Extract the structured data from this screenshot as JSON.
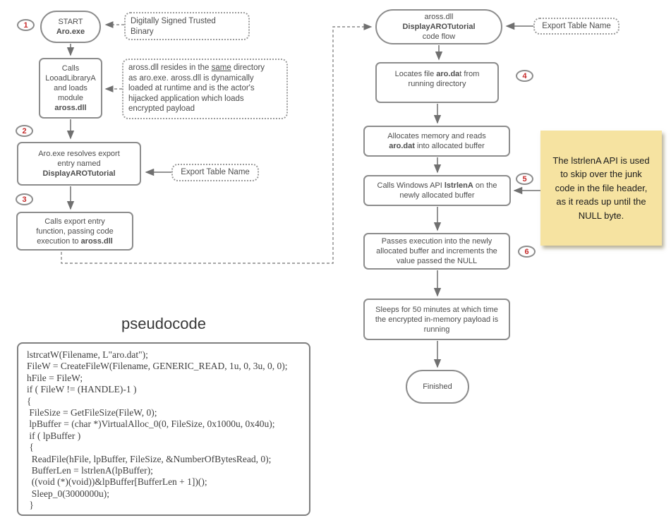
{
  "colors": {
    "shape_border": "#8c8c8c",
    "text": "#4d4d4d",
    "badge_number_red": "#c62b2b",
    "sticky_yellow": "#f6e3a1",
    "connector_gray": "#707070"
  },
  "badges": {
    "b1": "1",
    "b2": "2",
    "b3": "3",
    "b4": "4",
    "b5": "5",
    "b6": "6"
  },
  "left": {
    "start": {
      "l1": "START",
      "l2": "Aro.exe"
    },
    "loadlib": {
      "l1": "Calls",
      "l2": "LooadLibraryA",
      "l3": "and loads",
      "l4": "module",
      "l5": "aross.dll"
    },
    "resolve": {
      "l1": "Aro.exe resolves export",
      "l2": "entry named",
      "l3": "DisplayAROTutorial"
    },
    "callexport": {
      "l1": "Calls export entry",
      "l2": "function, passing code",
      "l3a": "execution to ",
      "l3b": "aross.dll"
    }
  },
  "notes": {
    "signed": {
      "l1": "Digitally Signed Trusted",
      "l2": "Binary"
    },
    "resides": {
      "l1a": "aross.dll resides in the ",
      "l1b": "same",
      "l1c": " directory",
      "l2": "as aro.exe. aross.dll is dynamically",
      "l3": "loaded at runtime and is the actor's",
      "l4": "hijacked application which loads",
      "l5": "encrypted payload"
    },
    "export_left": "Export Table Name",
    "export_right": "Export Table Name",
    "sticky": {
      "l1": "The lstrlenA API is used",
      "l2": "to skip over the junk",
      "l3": "code in the file header,",
      "l4": "as it reads up until the",
      "l5": "NULL byte."
    }
  },
  "right": {
    "oval": {
      "l1": "aross.dll",
      "l2": "DisplayAROTutorial",
      "l3": "code flow"
    },
    "locate": {
      "l1a": "Locates file ",
      "l1b": "aro.da",
      "l1c": "t from",
      "l2": "running directory"
    },
    "alloc": {
      "l1": "Allocates memory and reads",
      "l2a": "aro.dat",
      "l2b": " into allocated buffer"
    },
    "lstrlen": {
      "l1a": "Calls Windows API ",
      "l1b": "lstrlenA",
      "l1c": " on the",
      "l2": "newly allocated buffer"
    },
    "passes": {
      "l1": "Passes execution into the newly",
      "l2": "allocated buffer and increments the",
      "l3": "value passed the NULL"
    },
    "sleeps": {
      "l1": "Sleeps for 50 minutes at which time",
      "l2": "the encrypted in-memory payload is",
      "l3": "running"
    },
    "finished": "Finished"
  },
  "pseudocode": {
    "title": "pseudocode",
    "lines": [
      "lstrcatW(Filename, L\"aro.dat\");",
      "FileW = CreateFileW(Filename, GENERIC_READ, 1u, 0, 3u, 0, 0);",
      "hFile = FileW;",
      "if ( FileW != (HANDLE)-1 )",
      "{",
      " FileSize = GetFileSize(FileW, 0);",
      " lpBuffer = (char *)VirtualAlloc_0(0, FileSize, 0x1000u, 0x40u);",
      " if ( lpBuffer )",
      " {",
      "  ReadFile(hFile, lpBuffer, FileSize, &NumberOfBytesRead, 0);",
      "  BufferLen = lstrlenA(lpBuffer);",
      "  ((void (*)(void))&lpBuffer[BufferLen + 1])();",
      "  Sleep_0(3000000u);",
      " }"
    ]
  }
}
